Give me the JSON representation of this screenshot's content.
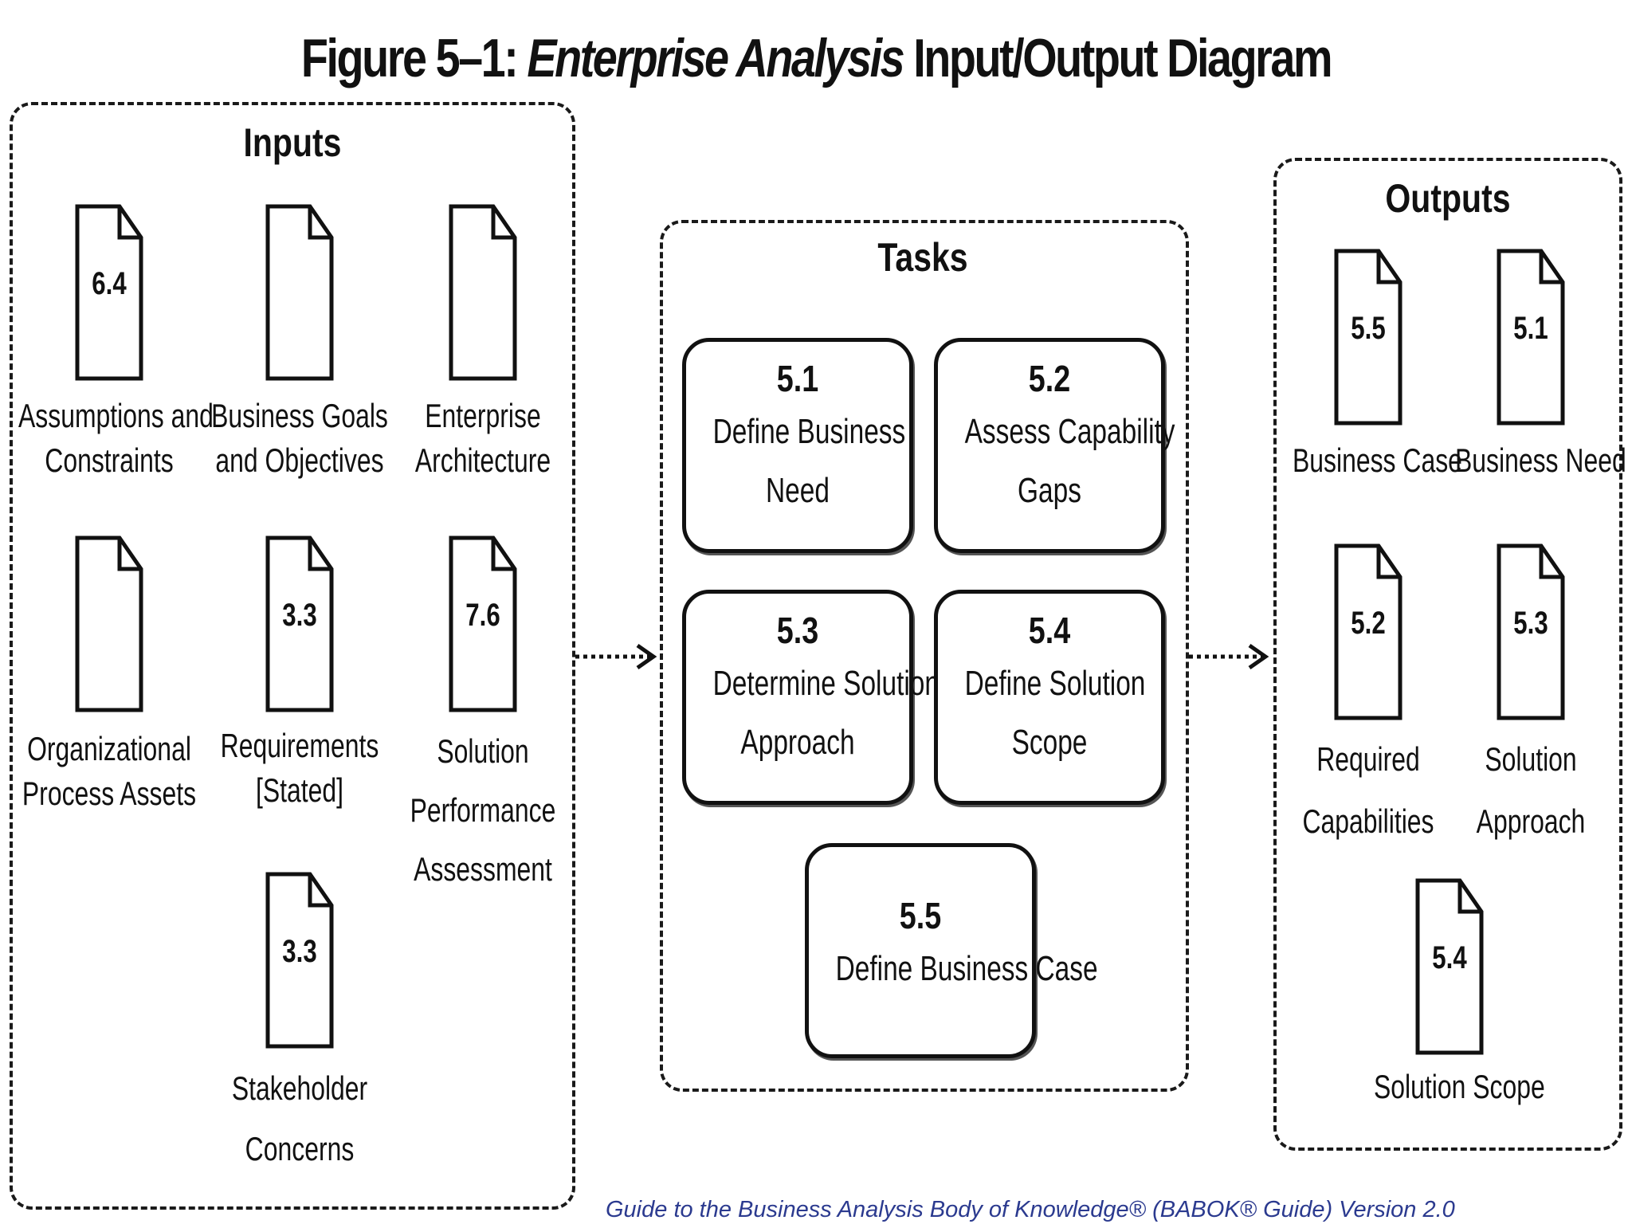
{
  "title": {
    "prefix": "Figure 5–1: ",
    "italic": "Enterprise Analysis",
    "suffix": " Input/Output Diagram"
  },
  "inputs": {
    "title": "Inputs",
    "items": [
      {
        "number": "6.4",
        "label_line1": "Assumptions and",
        "label_line2": "Constraints",
        "label_line3": ""
      },
      {
        "number": "",
        "label_line1": "Business Goals",
        "label_line2": "and Objectives",
        "label_line3": ""
      },
      {
        "number": "",
        "label_line1": "Enterprise",
        "label_line2": "Architecture",
        "label_line3": ""
      },
      {
        "number": "",
        "label_line1": "Organizational",
        "label_line2": "Process Assets",
        "label_line3": ""
      },
      {
        "number": "3.3",
        "label_line1": "Requirements",
        "label_line2": "[Stated]",
        "label_line3": ""
      },
      {
        "number": "7.6",
        "label_line1": "Solution",
        "label_line2": "Performance",
        "label_line3": "Assessment"
      },
      {
        "number": "3.3",
        "label_line1": "Stakeholder",
        "label_line2": "Concerns",
        "label_line3": ""
      }
    ]
  },
  "tasks": {
    "title": "Tasks",
    "items": [
      {
        "number": "5.1",
        "name_line1": "Define Business",
        "name_line2": "Need"
      },
      {
        "number": "5.2",
        "name_line1": "Assess Capability",
        "name_line2": "Gaps"
      },
      {
        "number": "5.3",
        "name_line1": "Determine Solution",
        "name_line2": "Approach"
      },
      {
        "number": "5.4",
        "name_line1": "Define Solution",
        "name_line2": "Scope"
      },
      {
        "number": "5.5",
        "name_line1": "Define Business Case",
        "name_line2": ""
      }
    ]
  },
  "outputs": {
    "title": "Outputs",
    "items": [
      {
        "number": "5.5",
        "label_line1": "Business Case",
        "label_line2": ""
      },
      {
        "number": "5.1",
        "label_line1": "Business Need",
        "label_line2": ""
      },
      {
        "number": "5.2",
        "label_line1": "Required",
        "label_line2": "Capabilities"
      },
      {
        "number": "5.3",
        "label_line1": "Solution",
        "label_line2": "Approach"
      },
      {
        "number": "5.4",
        "label_line1": "Solution Scope",
        "label_line2": ""
      }
    ]
  },
  "footer": "Guide to the Business Analysis Body of Knowledge® (BABOK® Guide) Version 2.0",
  "colors": {
    "line": "#111111",
    "footer_text": "#2b3a8f",
    "background": "#ffffff"
  }
}
